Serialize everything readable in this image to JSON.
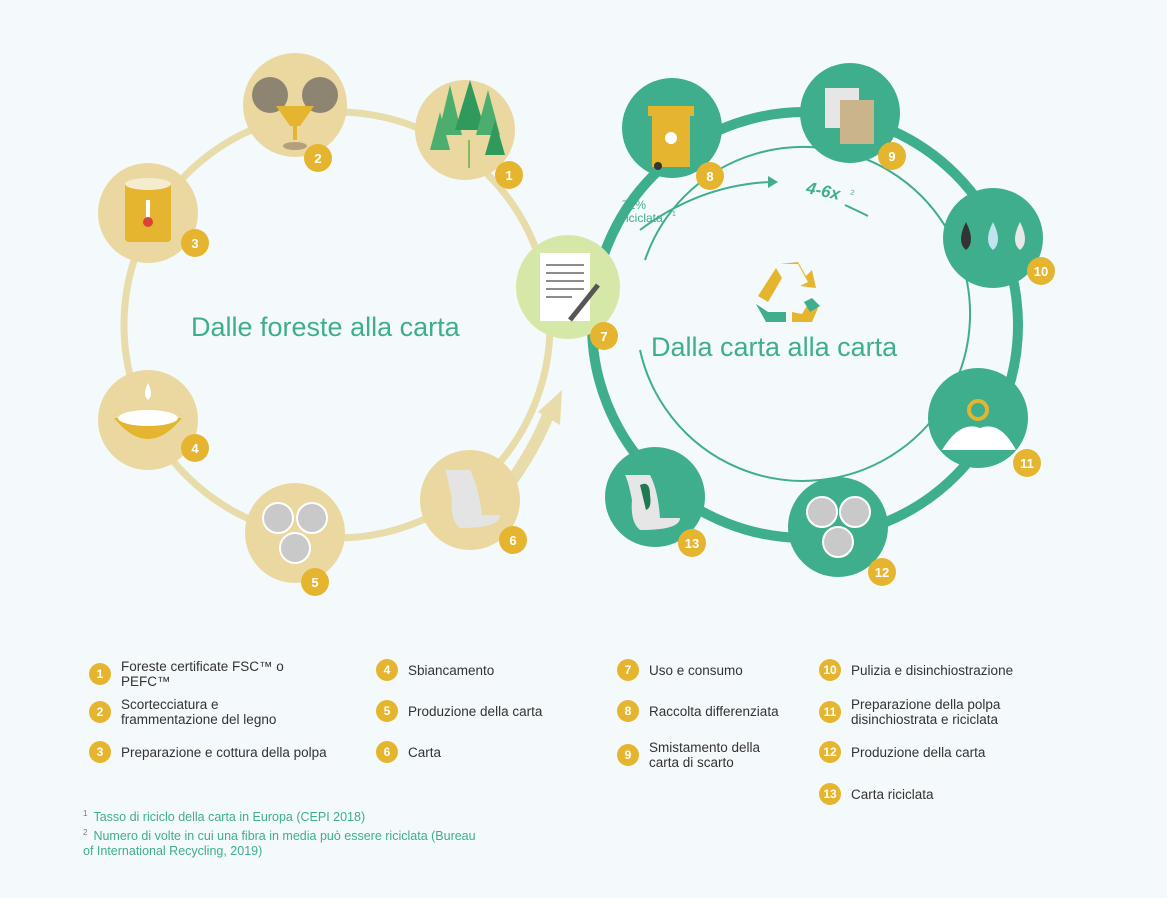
{
  "left_title": "Dalle foreste alla carta",
  "right_title": "Dalla carta alla carta",
  "recycled_pct": "72%",
  "recycled_label": "riciclata",
  "recycled_sup": "1",
  "times_label": "4-6x",
  "times_sup": "2",
  "legend": [
    {
      "n": "1",
      "text": "Foreste certificate FSC™ o PEFC™"
    },
    {
      "n": "2",
      "text": "Scortecciatura e frammentazione del legno"
    },
    {
      "n": "3",
      "text": "Preparazione e cottura della polpa"
    },
    {
      "n": "4",
      "text": "Sbiancamento"
    },
    {
      "n": "5",
      "text": "Produzione della carta"
    },
    {
      "n": "6",
      "text": "Carta"
    },
    {
      "n": "7",
      "text": "Uso e consumo"
    },
    {
      "n": "8",
      "text": "Raccolta differenziata"
    },
    {
      "n": "9",
      "text": "Smistamento della carta di scarto"
    },
    {
      "n": "10",
      "text": "Pulizia e disinchiostrazione"
    },
    {
      "n": "11",
      "text": "Preparazione della polpa disinchiostrata e riciclata"
    },
    {
      "n": "12",
      "text": "Produzione della carta"
    },
    {
      "n": "13",
      "text": "Carta riciclata"
    }
  ],
  "footnotes": [
    {
      "n": "1",
      "text": "Tasso di riciclo della carta in Europa (CEPI 2018)"
    },
    {
      "n": "2",
      "text": "Numero di volte in cui una fibra in media può essere riciclata (Bureau of International Recycling, 2019)"
    }
  ]
}
